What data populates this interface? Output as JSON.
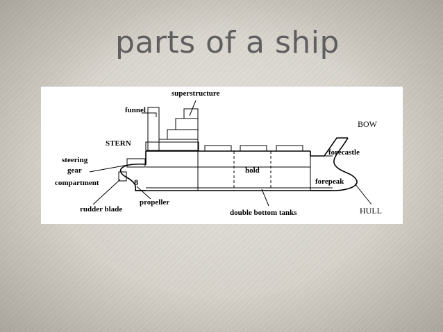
{
  "slide": {
    "title": "parts of a ship"
  },
  "diagram": {
    "labels": {
      "superstructure": "superstructure",
      "funnel": "funnel",
      "bow": "BOW",
      "stern": "STERN",
      "forecastle": "forecastle",
      "steering_line1": "steering",
      "steering_line2": "gear",
      "steering_line3": "compartment",
      "hold": "hold",
      "forepeak": "forepeak",
      "rudder_blade": "rudder blade",
      "propeller": "propeller",
      "double_bottom_tanks": "double bottom tanks",
      "hull": "HULL"
    }
  }
}
